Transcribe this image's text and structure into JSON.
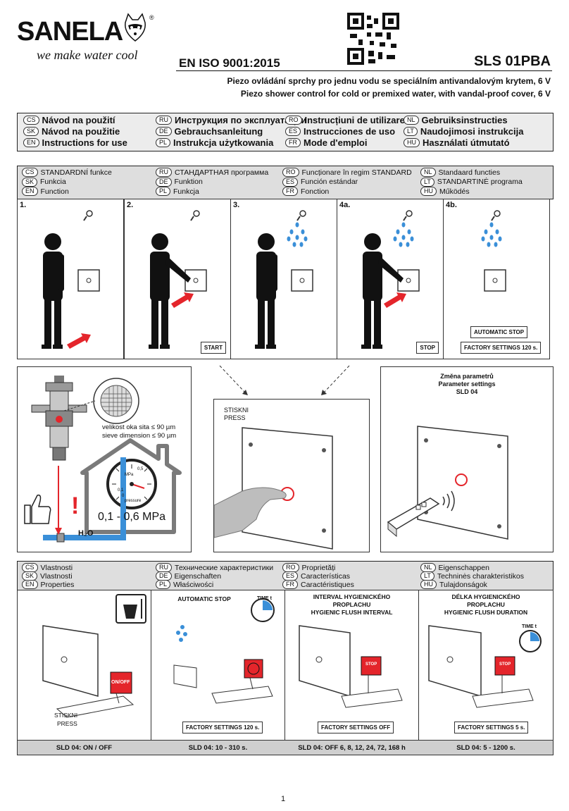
{
  "header": {
    "brand": "SANELA",
    "tagline": "we make water cool",
    "registered": "®",
    "iso": "EN ISO 9001:2015",
    "model": "SLS 01PBA",
    "desc_cz": "Piezo ovládání sprchy pro jednu vodu se speciálním antivandalovým krytem, 6 V",
    "desc_en": "Piezo shower control for cold or premixed water, with vandal-proof cover, 6 V"
  },
  "languages": [
    {
      "code": "CS",
      "text": "Návod na použití"
    },
    {
      "code": "RU",
      "text": "Инструкция по эксплуатации"
    },
    {
      "code": "RO",
      "text": "Instrucțiuni de utilizare"
    },
    {
      "code": "NL",
      "text": "Gebruiksinstructies"
    },
    {
      "code": "SK",
      "text": "Návod na použitie"
    },
    {
      "code": "DE",
      "text": "Gebrauchsanleitung"
    },
    {
      "code": "ES",
      "text": "Instrucciones de uso"
    },
    {
      "code": "LT",
      "text": "Naudojimosi instrukcija"
    },
    {
      "code": "EN",
      "text": "Instructions for use"
    },
    {
      "code": "PL",
      "text": "Instrukcja użytkowania"
    },
    {
      "code": "FR",
      "text": "Mode d'emploi"
    },
    {
      "code": "HU",
      "text": "Használati útmutató"
    }
  ],
  "function_header": [
    {
      "code": "CS",
      "text": "STANDARDNÍ funkce"
    },
    {
      "code": "RU",
      "text": "СТАНДАРТНАЯ программа"
    },
    {
      "code": "RO",
      "text": "Funcționare în regim STANDARD"
    },
    {
      "code": "NL",
      "text": "Standaard functies"
    },
    {
      "code": "SK",
      "text": "Funkcia"
    },
    {
      "code": "DE",
      "text": "Funktion"
    },
    {
      "code": "ES",
      "text": "Función estándar"
    },
    {
      "code": "LT",
      "text": "STANDARTINĖ programa"
    },
    {
      "code": "EN",
      "text": "Function"
    },
    {
      "code": "PL",
      "text": "Funkcja"
    },
    {
      "code": "FR",
      "text": "Fonction"
    },
    {
      "code": "HU",
      "text": "Működés"
    }
  ],
  "steps": [
    {
      "label": "1.",
      "button": ""
    },
    {
      "label": "2.",
      "button": "START"
    },
    {
      "label": "3.",
      "button": ""
    },
    {
      "label": "4a.",
      "button": "STOP"
    },
    {
      "label": "4b.",
      "button": ""
    }
  ],
  "step4b": {
    "auto_stop": "AUTOMATIC STOP",
    "factory": "FACTORY SETTINGS 120 s."
  },
  "filter": {
    "sieve_cz": "velikost oka sita ≤ 90 µm",
    "sieve_en": "sieve dimension ≤ 90 µm",
    "pressure": "0,1 - 0,6 MPa",
    "gauge_unit": "MPa",
    "gauge_05": "0,5",
    "gauge_01": "0,1",
    "gauge_0": "0",
    "gauge_label": "pressure",
    "h2o": "H₂O",
    "warn": "!"
  },
  "press_panel": {
    "cz": "STISKNI",
    "en": "PRESS"
  },
  "param_panel": {
    "l1": "Změna parametrů",
    "l2": "Parameter settings",
    "l3": "SLD 04"
  },
  "properties_header": [
    {
      "code": "CS",
      "text": "Vlastnosti"
    },
    {
      "code": "RU",
      "text": "Технические характеристики"
    },
    {
      "code": "RO",
      "text": "Proprietăți"
    },
    {
      "code": "NL",
      "text": "Eigenschappen"
    },
    {
      "code": "SK",
      "text": "Vlastnosti"
    },
    {
      "code": "DE",
      "text": "Eigenschaften"
    },
    {
      "code": "ES",
      "text": "Características"
    },
    {
      "code": "LT",
      "text": "Techninės charakteristikos"
    },
    {
      "code": "EN",
      "text": "Properties"
    },
    {
      "code": "PL",
      "text": "Właściwości"
    },
    {
      "code": "FR",
      "text": "Caractéristiques"
    },
    {
      "code": "HU",
      "text": "Tulajdonságok"
    }
  ],
  "props": {
    "p1": {
      "onoff": "ON/OFF",
      "press_cz": "STISKNI",
      "press_en": "PRESS"
    },
    "p2": {
      "title": "AUTOMATIC STOP",
      "time": "TIME t",
      "factory": "FACTORY SETTINGS 120 s."
    },
    "p3": {
      "t1": "INTERVAL HYGIENICKÉHO",
      "t2": "PROPLACHU",
      "t3": "HYGIENIC FLUSH INTERVAL",
      "factory": "FACTORY SETTINGS OFF",
      "stop": "STOP"
    },
    "p4": {
      "t1": "DÉLKA HYGIENICKÉHO",
      "t2": "PROPLACHU",
      "t3": "HYGIENIC FLUSH DURATION",
      "time": "TIME t",
      "factory": "FACTORY SETTINGS 5 s.",
      "stop": "STOP"
    }
  },
  "footer": [
    "SLD 04: ON / OFF",
    "SLD 04: 10 - 310 s.",
    "SLD 04: OFF 6, 8, 12, 24, 72, 168 h",
    "SLD 04: 5 - 1200 s."
  ],
  "page_number": "1",
  "colors": {
    "accent_red": "#e4252b",
    "water_blue": "#3a8fd8",
    "gray_header": "#dedede"
  }
}
